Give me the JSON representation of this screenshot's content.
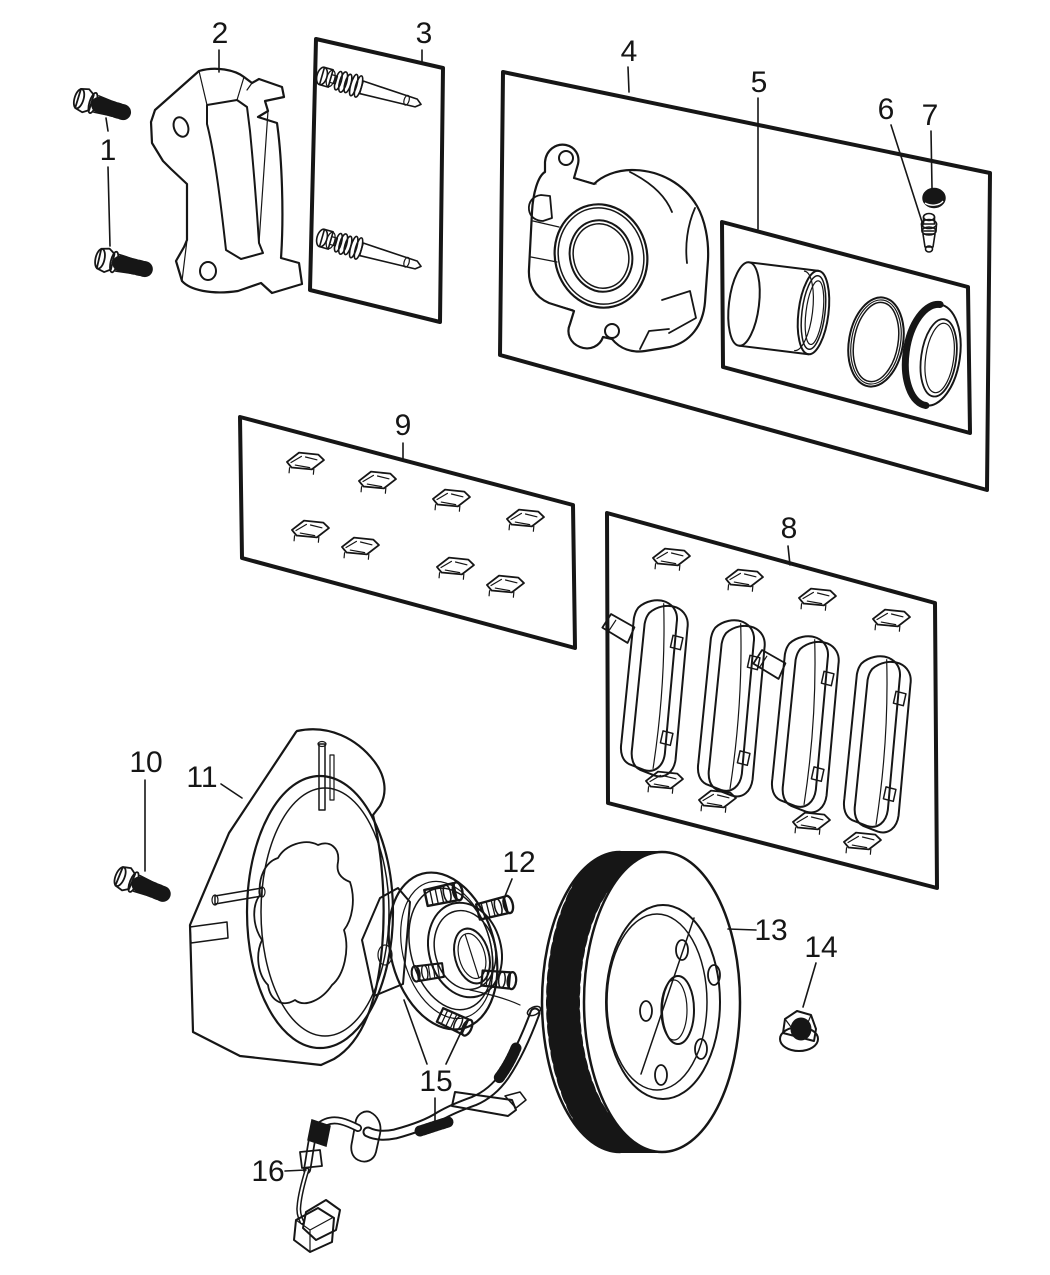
{
  "figure": {
    "kind": "exploded-parts-diagram",
    "subject": "front-disc-brake-assembly",
    "colors": {
      "background": "#ffffff",
      "line": "#161616",
      "cap_fill": "#161616"
    },
    "visible_counts": {
      "mounting_bolts_item1": 2,
      "guide_pins_item3": 2,
      "brake_pads_item8": 4,
      "clips_in_item8_box": 8,
      "clips_in_item9_box": 8,
      "seal_rings_item5": 2,
      "wheel_studs_item12": 5
    },
    "boxed_kits": [
      "3",
      "4",
      "5",
      "8",
      "9"
    ]
  },
  "callouts": [
    {
      "num": "1",
      "part": "adapter-mounting-bolts"
    },
    {
      "num": "2",
      "part": "caliper-adapter-bracket"
    },
    {
      "num": "3",
      "part": "guide-pin-kit"
    },
    {
      "num": "4",
      "part": "disc-brake-caliper"
    },
    {
      "num": "5",
      "part": "piston-and-seal-kit"
    },
    {
      "num": "6",
      "part": "bleeder-screw"
    },
    {
      "num": "7",
      "part": "bleeder-screw-cap"
    },
    {
      "num": "8",
      "part": "brake-pad-kit"
    },
    {
      "num": "9",
      "part": "pad-hardware-clip-kit"
    },
    {
      "num": "10",
      "part": "shield-mounting-bolt"
    },
    {
      "num": "11",
      "part": "brake-splash-shield"
    },
    {
      "num": "12",
      "part": "hub-and-bearing"
    },
    {
      "num": "13",
      "part": "vented-brake-rotor"
    },
    {
      "num": "14",
      "part": "hub-flange-nut"
    },
    {
      "num": "15",
      "part": "wheel-studs-harness-sleeve"
    },
    {
      "num": "16",
      "part": "wheel-speed-sensor-harness"
    }
  ]
}
